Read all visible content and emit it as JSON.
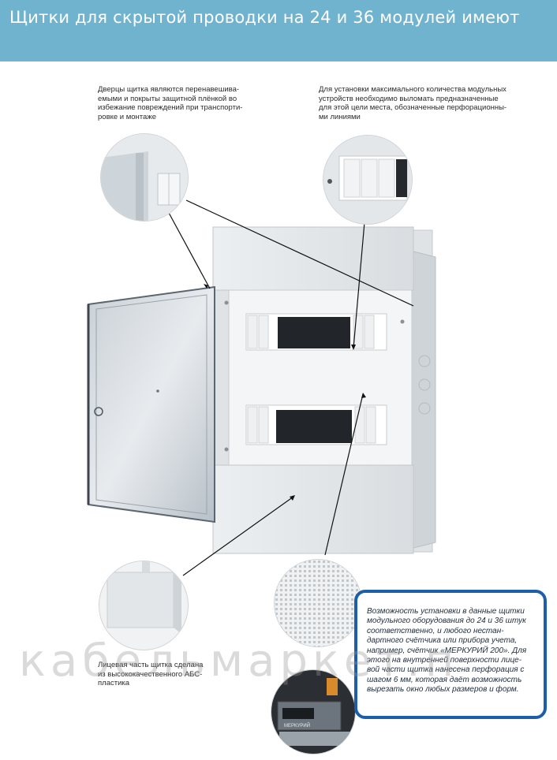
{
  "header": {
    "title": "Щитки для скрытой проводки на 24 и 36 модулей имеют",
    "background": "#6fb3cf"
  },
  "captions": {
    "door": [
      "Дверцы щитка являются перенавешива-",
      "емыми и покрыты защитной плёнкой во",
      "избежание повреждений при транспорти-",
      "ровке и монтаже"
    ],
    "perforation": [
      "Для установки максимального количества модульных",
      "устройств необходимо выломать предназначенные",
      "для этой цели места, обозначенные перфорационны-",
      "ми линиями"
    ],
    "front": [
      "Лицевая часть щитка сделана",
      "из высококачественного АБС-",
      "пластика"
    ]
  },
  "infobox": {
    "lines": [
      "Возможность установки в данные щитки",
      "модульного оборудования до 24 и 36 штук",
      "соответственно, и любого нестан-",
      "дартного счётчика или прибора учета,",
      "например, счётчик «МЕРКУРИЙ 200». Для",
      "этого на внутренней поверхности лице-",
      "вой части щитка нанесена перфорация с",
      "шагом 6 мм, которая даёт возможность",
      "вырезать окно любых размеров и форм."
    ],
    "border_color": "#1d5ea8"
  },
  "watermark": "кабельмаркет.п",
  "meter_label": "МЕРКУРИЙ"
}
